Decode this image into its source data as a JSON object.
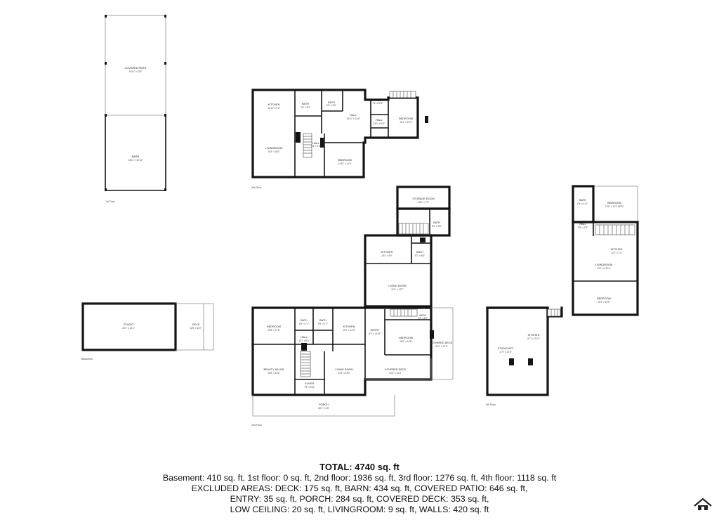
{
  "floors": {
    "first": {
      "label": "1st Floor",
      "rooms": [
        {
          "name": "COVERED PATIO",
          "dims": "19'11\" x 32'5\""
        },
        {
          "name": "BARN",
          "dims": "18'11\" x 22'11\""
        }
      ]
    },
    "third": {
      "label": "3rd Floor",
      "rooms": [
        {
          "name": "KITCHEN",
          "dims": "12'10\" x 9'3\""
        },
        {
          "name": "BATH",
          "dims": "7'5\" x 8'3\""
        },
        {
          "name": "BATH",
          "dims": "5'6\" x 5'6\""
        },
        {
          "name": "HALL",
          "dims": "15'11\" x 12'8\""
        },
        {
          "name": "HALL",
          "dims": "7'4\" x 8'11\""
        },
        {
          "name": "HALL",
          "dims": "3'10\" x 6'11\""
        },
        {
          "name": "BEDROOM",
          "dims": "15'1\" x 12'0\""
        },
        {
          "name": "LIVINGROOM",
          "dims": "15'3\" x 18'1\""
        },
        {
          "name": "HALL",
          "dims": "3'4\" x 7'5\""
        },
        {
          "name": "BEDROOM",
          "dims": "14'10\" x 11'0\""
        }
      ]
    },
    "basement": {
      "label": "Basement",
      "rooms": [
        {
          "name": "STUDIO",
          "dims": "25'1\" x 14'1\""
        },
        {
          "name": "DECK",
          "dims": "12'6\" x 16'7\""
        }
      ]
    },
    "second": {
      "label": "2nd Floor",
      "rooms": [
        {
          "name": "STORAGE ROOM",
          "dims": "16'2\" x 7'0\""
        },
        {
          "name": "BATH",
          "dims": "5'0\" x 5'5\""
        },
        {
          "name": "KITCHEN",
          "dims": "15'4\" x 9'0\""
        },
        {
          "name": "BATH",
          "dims": "5'1\" x 8'8\""
        },
        {
          "name": "LIVING ROOM",
          "dims": "20'1\" x 13'7\""
        },
        {
          "name": "BEDROOM",
          "dims": "15'3\" x 17'6\""
        },
        {
          "name": "BATH",
          "dims": "5'3\" x 7'1\""
        },
        {
          "name": "BATH",
          "dims": "5'9\" x 7'1\""
        },
        {
          "name": "KITCHEN",
          "dims": "10'7\" x 12'0\""
        },
        {
          "name": "ENTRY",
          "dims": "6'1\" x 14'11\""
        },
        {
          "name": "WICH",
          "dims": "3'4\" x 5'0\""
        },
        {
          "name": "HALL",
          "dims": "11'1\" x 6'0\""
        },
        {
          "name": "BEDROOM",
          "dims": "15'0\" x 12'8\""
        },
        {
          "name": "COVERED DECK",
          "dims": "6'11\" x 22'3\""
        },
        {
          "name": "BEAUTY SALON",
          "dims": "15'5\" x 15'6\""
        },
        {
          "name": "LIVING ROOM",
          "dims": "13'4\" x 15'0\""
        },
        {
          "name": "FOYER",
          "dims": "7'8\" x 6'11\""
        },
        {
          "name": "COVERED DECK",
          "dims": "20'5\" x 12'4\""
        },
        {
          "name": "PORCH",
          "dims": "46'1\" x 6'5\""
        }
      ]
    },
    "fourth": {
      "label": "4th Floor",
      "rooms": [
        {
          "name": "BATH",
          "dims": "6'4\" x 11'1\""
        },
        {
          "name": "BEDROOM",
          "dims": "13'6\" x 11'3\" APPX"
        },
        {
          "name": "HALL",
          "dims": "5'5\" x 7'9\""
        },
        {
          "name": "KITCHEN",
          "dims": "12'1\" x 7'0\""
        },
        {
          "name": "LIVINGROOM",
          "dims": "20'1\" x 13'11\""
        },
        {
          "name": "BEDROOM",
          "dims": "20'1\" x 10'9\""
        },
        {
          "name": "KITCHEN",
          "dims": "6'7\" x 13'10\""
        },
        {
          "name": "STUDIO APT",
          "dims": "17'0\" x 21'6\""
        }
      ]
    }
  },
  "summary": {
    "title": "TOTAL: 4740 sq. ft",
    "lines": [
      "Basement: 410 sq. ft, 1st floor: 0 sq. ft, 2nd floor: 1936 sq. ft, 3rd floor: 1276 sq. ft, 4th floor: 1118 sq. ft",
      "EXCLUDED AREAS: DECK: 175 sq. ft, BARN: 434 sq. ft, COVERED PATIO: 646 sq. ft,",
      "ENTRY: 35 sq. ft, PORCH: 284 sq. ft, COVERED DECK: 353 sq. ft,",
      "LOW CEILING: 20 sq. ft, LIVINGROOM: 9 sq. ft, WALLS: 420 sq. ft"
    ]
  }
}
